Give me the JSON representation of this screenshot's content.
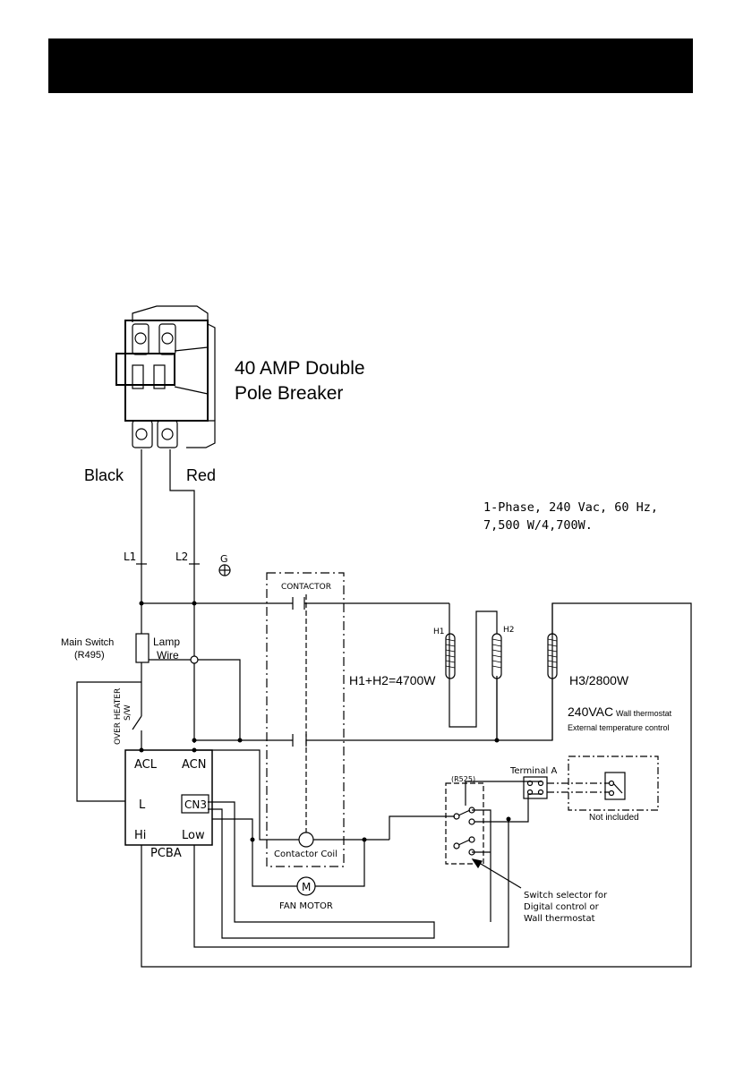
{
  "breaker": {
    "label_line1": "40 AMP Double",
    "label_line2": "Pole Breaker"
  },
  "wires": {
    "black": "Black",
    "red": "Red",
    "l1": "L1",
    "l2": "L2",
    "ground": "G"
  },
  "specs": {
    "line1": "1-Phase, 240 Vac, 60 Hz,",
    "line2": "7,500 W/4,700W."
  },
  "contactor": {
    "title": "CONTACTOR",
    "coil": "Contactor Coil"
  },
  "main_switch": {
    "label_line1": "Main Switch",
    "label_line2": "(R495)"
  },
  "lamp": {
    "label_line1": "Lamp",
    "label_line2": "Wire"
  },
  "over_heater": {
    "line1": "OVER HEATER",
    "line2": "S/W"
  },
  "pcba": {
    "acl": "ACL",
    "acn": "ACN",
    "l": "L",
    "cn3": "CN3",
    "hi": "Hi",
    "low": "Low",
    "name": "PCBA"
  },
  "fan_motor": {
    "symbol": "M",
    "label": "FAN MOTOR"
  },
  "heaters": {
    "h1": "H1",
    "h2": "H2",
    "h12_label": "H1+H2=4700W",
    "h3_label": "H3/2800W"
  },
  "thermostat": {
    "voltage": "240VAC",
    "wall": "Wall thermostat",
    "external": "External temperature control",
    "not_included": "Not included"
  },
  "terminal": {
    "label": "Terminal A"
  },
  "selector": {
    "code": "(R525)",
    "note_line1": "Switch selector for",
    "note_line2": "Digital control or",
    "note_line3": "Wall thermostat"
  }
}
